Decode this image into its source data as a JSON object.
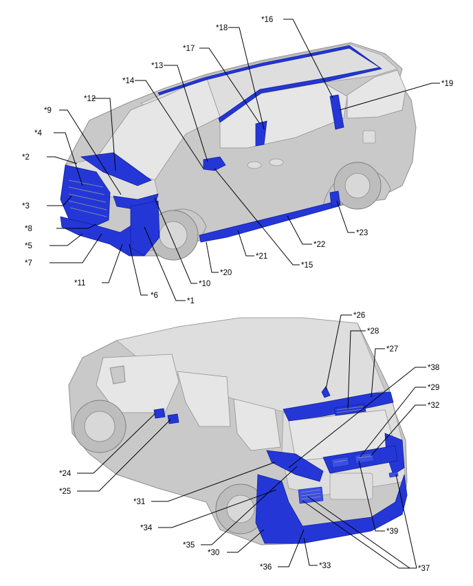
{
  "colors": {
    "highlight": "#2437d6",
    "body": "#c9c9c9",
    "background": "#ffffff"
  },
  "front_view": {
    "callouts": [
      "*1",
      "*2",
      "*3",
      "*4",
      "*5",
      "*6",
      "*7",
      "*8",
      "*9",
      "*10",
      "*11",
      "*12",
      "*13",
      "*14",
      "*15",
      "*16",
      "*17",
      "*18",
      "*19",
      "*20",
      "*21",
      "*22",
      "*23"
    ]
  },
  "rear_view": {
    "callouts": [
      "*24",
      "*25",
      "*26",
      "*27",
      "*28",
      "*29",
      "*30",
      "*31",
      "*32",
      "*33",
      "*34",
      "*35",
      "*36",
      "*37",
      "*38",
      "*39"
    ]
  }
}
